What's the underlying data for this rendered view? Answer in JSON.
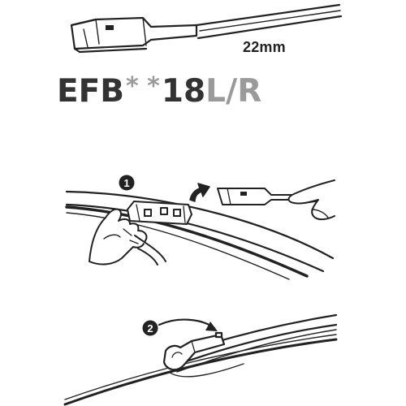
{
  "blade": {
    "width_label": "22mm"
  },
  "model": {
    "prefix": "EFB",
    "wildcards": "* *",
    "size": "18",
    "left": "L",
    "separator": "/",
    "right": "R"
  },
  "steps": [
    {
      "number": "1"
    },
    {
      "number": "2"
    }
  ],
  "colors": {
    "ink": "#222222",
    "model_text": "#333333",
    "model_accent": "#9a9a9a",
    "background": "#ffffff"
  }
}
